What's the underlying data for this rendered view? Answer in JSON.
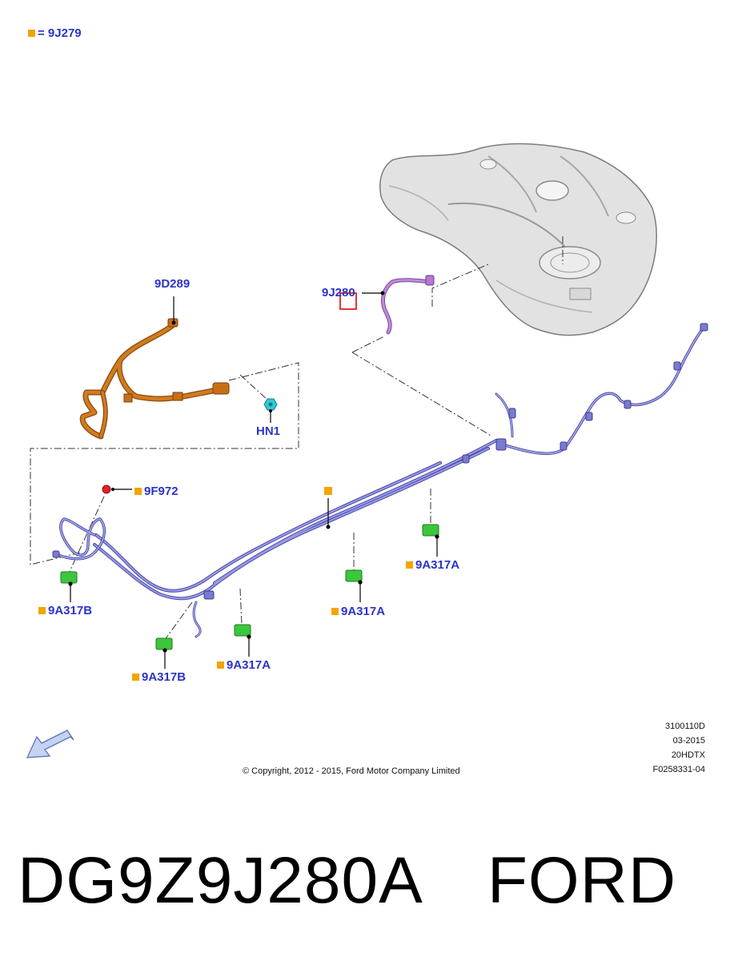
{
  "legend": {
    "symbol_label": "= 9J279"
  },
  "labels": {
    "part_9d289": "9D289",
    "part_9j280": "9J280",
    "part_hn1": "HN1",
    "part_9f972": "9F972",
    "part_9a317a_1": "9A317A",
    "part_9a317a_2": "9A317A",
    "part_9a317a_3": "9A317A",
    "part_9a317b_1": "9A317B",
    "part_9a317b_2": "9A317B"
  },
  "metadata": {
    "code": "3100110D",
    "date": "03-2015",
    "model": "20HDTX",
    "figure_id": "F0258331-04"
  },
  "copyright": "© Copyright, 2012 - 2015, Ford Motor Company Limited",
  "part_number": "DG9Z9J280A",
  "brand": "FORD",
  "colors": {
    "label_blue": "#2b34c8",
    "marker_orange": "#f3a400",
    "fuel_line_purple": "#6b6bc8",
    "vent_pipe_orange": "#c86f16",
    "highlight_red": "#e0212a",
    "clip_green": "#3cc63c",
    "nut_cyan": "#33c7d6"
  }
}
